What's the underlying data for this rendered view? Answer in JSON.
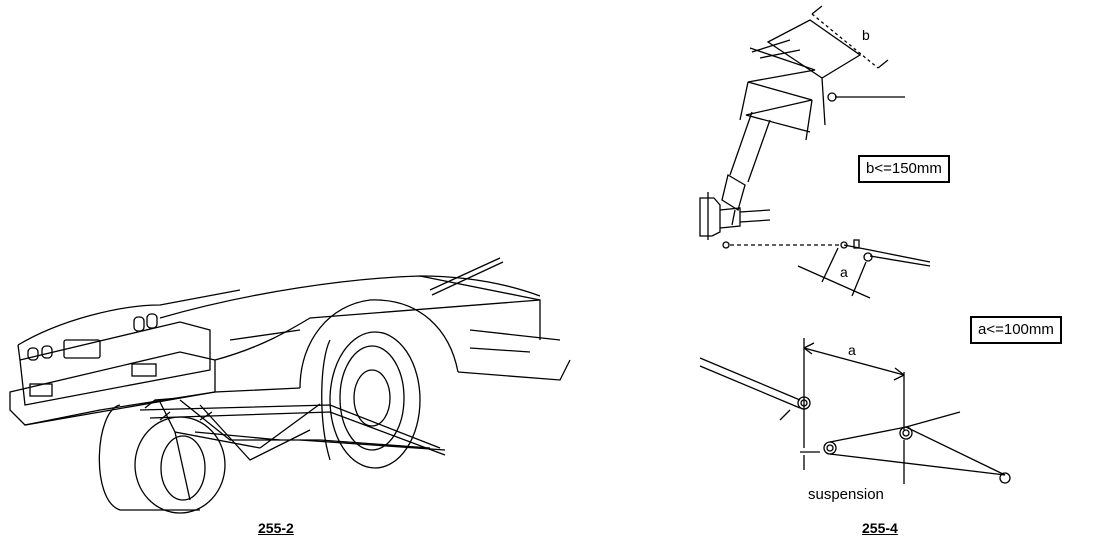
{
  "figures": {
    "left": {
      "number": "255-2"
    },
    "right": {
      "number": "255-4"
    }
  },
  "labels": {
    "b_limit": "b<=150mm",
    "a_limit": "a<=100mm",
    "suspension": "suspension"
  },
  "dimensions": {
    "b": "b",
    "a_upper": "a",
    "a_lower": "a"
  },
  "colors": {
    "line": "#000000",
    "background": "#ffffff"
  }
}
